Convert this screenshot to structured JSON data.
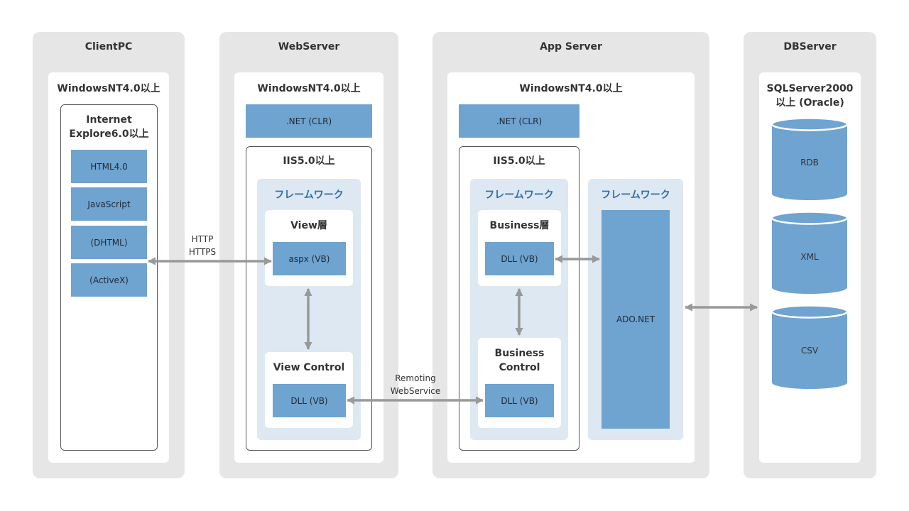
{
  "client": {
    "title": "ClientPC",
    "os": "WindowsNT4.0以上",
    "browser_line1": "Internet",
    "browser_line2": "Explore6.0以上",
    "items": [
      "HTML4.0",
      "JavaScript",
      "(DHTML)",
      "(ActiveX)"
    ]
  },
  "web": {
    "title": "WebServer",
    "os": "WindowsNT4.0以上",
    "net": ".NET (CLR)",
    "iis": "IIS5.0以上",
    "framework": "フレームワーク",
    "view_layer": "View層",
    "view_item": "aspx (VB)",
    "view_control": "View Control",
    "view_control_item": "DLL (VB)"
  },
  "app": {
    "title": "App Server",
    "os": "WindowsNT4.0以上",
    "net": ".NET (CLR)",
    "iis": "IIS5.0以上",
    "framework": "フレームワーク",
    "business_layer": "Business層",
    "business_item": "DLL (VB)",
    "business_control_line1": "Business",
    "business_control_line2": "Control",
    "business_control_item": "DLL (VB)",
    "framework2": "フレームワーク",
    "adonet": "ADO.NET"
  },
  "db": {
    "title": "DBServer",
    "os_line1": "SQLServer2000",
    "os_line2": "以上 (Oracle)",
    "stores": [
      "RDB",
      "XML",
      "CSV"
    ]
  },
  "connectors": {
    "http_line1": "HTTP",
    "http_line2": "HTTPS",
    "remoting_line1": "Remoting",
    "remoting_line2": "WebService"
  },
  "colors": {
    "tier_bg": "#e6e6e6",
    "box_blue": "#6fa3d0",
    "framework_bg": "#dde8f2",
    "framework_text": "#2e6ea6",
    "arrow": "#999999"
  }
}
